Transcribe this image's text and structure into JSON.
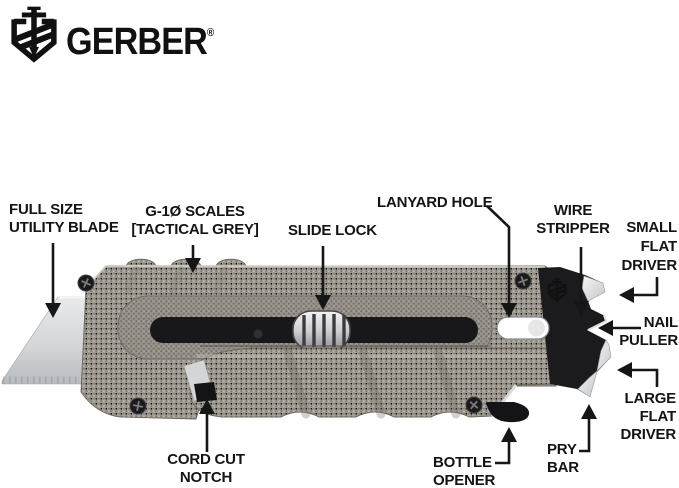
{
  "brand": {
    "name": "GERBER",
    "registered": "®"
  },
  "callouts": [
    {
      "id": "full-size-utility-blade",
      "lines": [
        "FULL SIZE",
        "UTILITY BLADE"
      ]
    },
    {
      "id": "g10-scales",
      "lines": [
        "G-1Ø SCALES",
        "[TACTICAL GREY]"
      ]
    },
    {
      "id": "slide-lock",
      "lines": [
        "SLIDE LOCK"
      ]
    },
    {
      "id": "lanyard-hole",
      "lines": [
        "LANYARD HOLE"
      ]
    },
    {
      "id": "wire-stripper",
      "lines": [
        "WIRE",
        "STRIPPER"
      ]
    },
    {
      "id": "small-flat-driver",
      "lines": [
        "SMALL",
        "FLAT",
        "DRIVER"
      ]
    },
    {
      "id": "nail-puller",
      "lines": [
        "NAIL",
        "PULLER"
      ]
    },
    {
      "id": "large-flat-driver",
      "lines": [
        "LARGE",
        "FLAT",
        "DRIVER"
      ]
    },
    {
      "id": "pry-bar",
      "lines": [
        "PRY",
        "BAR"
      ]
    },
    {
      "id": "bottle-opener",
      "lines": [
        "BOTTLE",
        "OPENER"
      ]
    },
    {
      "id": "cord-cut-notch",
      "lines": [
        "CORD CUT",
        "NOTCH"
      ]
    }
  ],
  "colors": {
    "background": "#ffffff",
    "label_text": "#141414",
    "arrow": "#161616",
    "handle_grey": "#a49f96",
    "handle_recess": "#97928a",
    "black_hardware": "#1b1b1d",
    "chrome": "#e9eaec",
    "blade": "#d7d9db"
  }
}
